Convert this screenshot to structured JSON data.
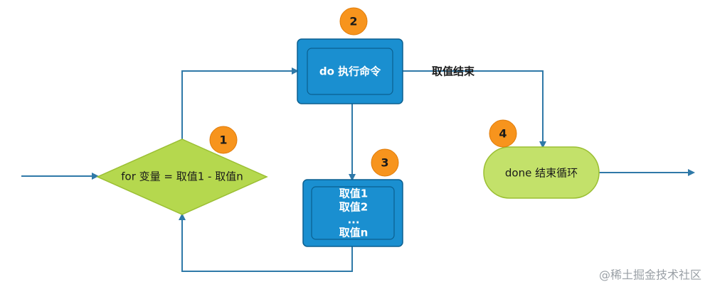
{
  "diagram": {
    "nodes": {
      "loop_header": {
        "text": "for 变量 = 取值1 - 取值n"
      },
      "command": {
        "text": "do 执行命令"
      },
      "values": {
        "lines": [
          "取值1",
          "取值2",
          "...",
          "取值n"
        ]
      },
      "end": {
        "text": "done 结束循环"
      }
    },
    "badges": [
      "1",
      "2",
      "3",
      "4"
    ],
    "edge_labels": {
      "values_done": "取值结束"
    },
    "colors": {
      "command_box": "#1a8fd0",
      "command_border": "#0b5f8f",
      "decision_fill": "#b5d84e",
      "end_fill": "#c3e16a",
      "badge_fill": "#f7941d",
      "line": "#2f79a8"
    }
  },
  "watermark": "@稀土掘金技术社区"
}
